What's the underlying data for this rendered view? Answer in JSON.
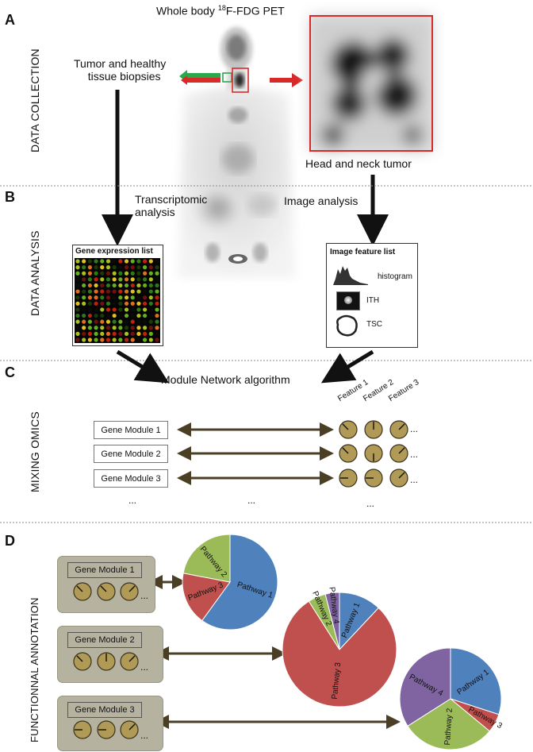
{
  "panels": {
    "A": {
      "letter": "A",
      "side_label": "DATA COLLECTION"
    },
    "B": {
      "letter": "B",
      "side_label": "DATA ANALYSIS"
    },
    "C": {
      "letter": "C",
      "side_label": "MIXING OMICS"
    },
    "D": {
      "letter": "D",
      "side_label": "FUNCTIONNAL ANNOTATION"
    }
  },
  "panel_a": {
    "title_prefix": "Whole body ",
    "title_sup": "18",
    "title_suffix": "F-FDG PET",
    "biopsy_line1": "Tumor and healthy",
    "biopsy_line2": "tissue biopsies",
    "tumor_caption": "Head and neck tumor"
  },
  "panel_b": {
    "transcriptomic_line1": "Transcriptomic",
    "transcriptomic_line2": "analysis",
    "image_analysis": "Image analysis",
    "gene_list_title": "Gene expression list",
    "image_list_title": "Image feature list",
    "features": [
      "histogram",
      "ITH",
      "TSC"
    ]
  },
  "panel_c": {
    "algorithm": "Module Network algorithm",
    "modules": [
      "Gene Module 1",
      "Gene Module 2",
      "Gene Module 3"
    ],
    "feature_headers": [
      "Feature 1",
      "Feature 2",
      "Feature 3"
    ],
    "ellipsis": "..."
  },
  "panel_d": {
    "modules": [
      "Gene Module 1",
      "Gene Module 2",
      "Gene Module 3"
    ],
    "ellipsis": "..."
  },
  "colors": {
    "blue": "#4f81bd",
    "red": "#c0504d",
    "green": "#9bbb59",
    "purple": "#8064a2",
    "dial": "#b09a55",
    "arrow_dark": "#4a3f25",
    "tumor_frame": "#d92a2a",
    "biopsy_green": "#2aa84a"
  },
  "chart_data": [
    {
      "type": "pie",
      "title": "",
      "slices": [
        {
          "label": "Pathway 1",
          "value": 60,
          "color": "#4f81bd"
        },
        {
          "label": "Pathway 3",
          "value": 18,
          "color": "#c0504d"
        },
        {
          "label": "Pathway 2",
          "value": 22,
          "color": "#9bbb59"
        }
      ]
    },
    {
      "type": "pie",
      "title": "",
      "slices": [
        {
          "label": "Pathway 1",
          "value": 12,
          "color": "#4f81bd"
        },
        {
          "label": "Pathway 3",
          "value": 79,
          "color": "#c0504d"
        },
        {
          "label": "Pathway 2",
          "value": 5,
          "color": "#9bbb59"
        },
        {
          "label": "Pathway 4",
          "value": 4,
          "color": "#8064a2"
        }
      ]
    },
    {
      "type": "pie",
      "title": "",
      "slices": [
        {
          "label": "Pathway 1",
          "value": 30,
          "color": "#4f81bd"
        },
        {
          "label": "Pathway 3",
          "value": 6,
          "color": "#c0504d"
        },
        {
          "label": "Pathway 2",
          "value": 30,
          "color": "#9bbb59"
        },
        {
          "label": "Pathway 4",
          "value": 34,
          "color": "#8064a2"
        }
      ]
    }
  ]
}
